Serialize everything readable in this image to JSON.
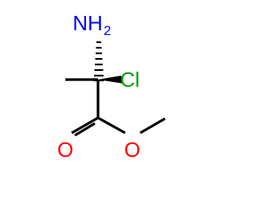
{
  "molecule": {
    "colors": {
      "nitrogen": "#0000ff",
      "chlorine": "#00a000",
      "oxygen": "#ff0000",
      "bond": "#000000"
    },
    "atoms": {
      "amine_main": "NH",
      "amine_sub": "2",
      "chlorine": "Cl",
      "carbonyl_oxygen": "O",
      "ester_oxygen": "O"
    }
  }
}
